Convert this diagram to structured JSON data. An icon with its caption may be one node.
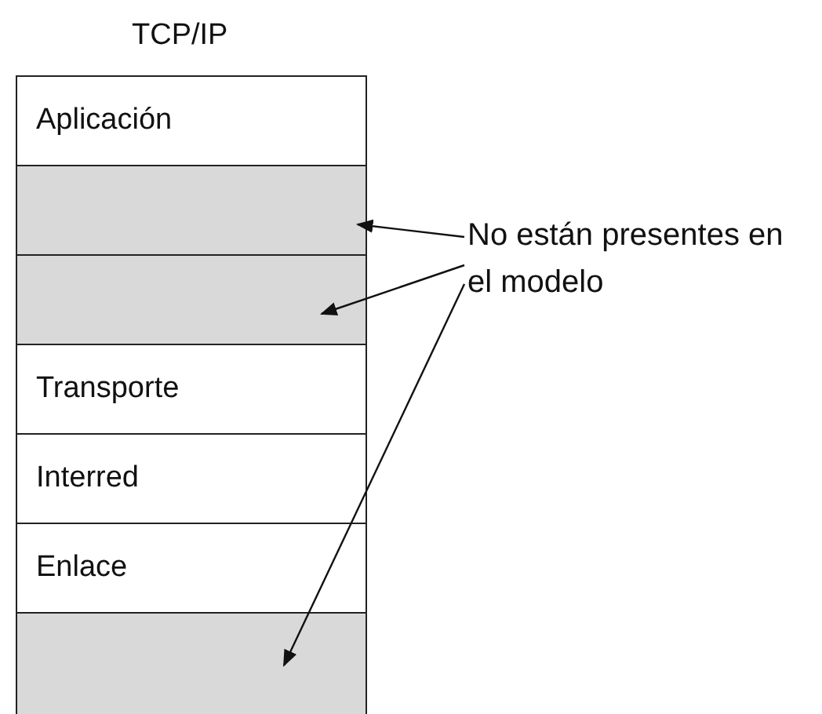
{
  "diagram": {
    "title": "TCP/IP",
    "nodes": [
      {
        "text": [
          "Aplicación"
        ]
      },
      {
        "text": [],
        "shape": "box"
      },
      {
        "text": [],
        "shape": "box"
      },
      {
        "text": [
          "Transporte"
        ]
      },
      {
        "text": [
          "Interred"
        ]
      },
      {
        "text": [
          "Enlace"
        ]
      },
      {
        "text": [],
        "shape": "box"
      },
      {
        "text": [
          "No están presentes en el modelo"
        ]
      }
    ],
    "edges": [
      {
        "from": 7,
        "to": 1,
        "arrow": "to"
      },
      {
        "from": 7,
        "to": 2,
        "arrow": "to"
      },
      {
        "from": 7,
        "to": 6,
        "arrow": "to"
      }
    ]
  }
}
